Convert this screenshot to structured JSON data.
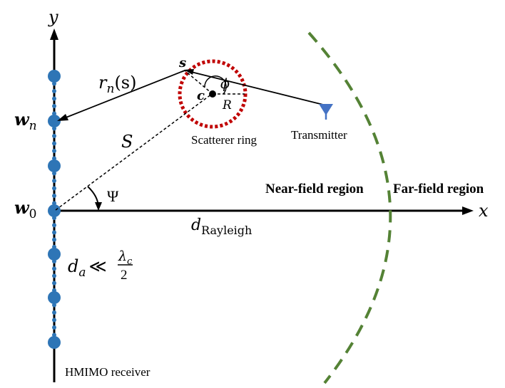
{
  "labels": {
    "y_axis": "y",
    "x_axis": "x",
    "wn": "w",
    "wn_sub": "n",
    "w0": "w",
    "w0_sub": "0",
    "rn": "r",
    "rn_sub": "n",
    "rn_arg": "(s)",
    "s_point": "s",
    "c_point": "c",
    "phi": "ϕ",
    "R": "R",
    "S": "S",
    "psi": "Ψ",
    "scatterer_ring": "Scatterer ring",
    "transmitter": "Transmitter",
    "near_field": "Near-field region",
    "far_field": "Far-field region",
    "d_rayleigh": "d",
    "d_rayleigh_sub": "Rayleigh",
    "da": "d",
    "da_sub": "a",
    "da_rel": "≪",
    "lambda": "λ",
    "lambda_sub": "c",
    "two": "2",
    "receiver": "HMIMO receiver"
  },
  "colors": {
    "antenna": "#2e75b6",
    "ring": "#c00000",
    "boundary": "#548235",
    "transmitter": "#4472c4",
    "axis": "#000000"
  },
  "icons": {
    "transmitter": "antenna-icon"
  }
}
